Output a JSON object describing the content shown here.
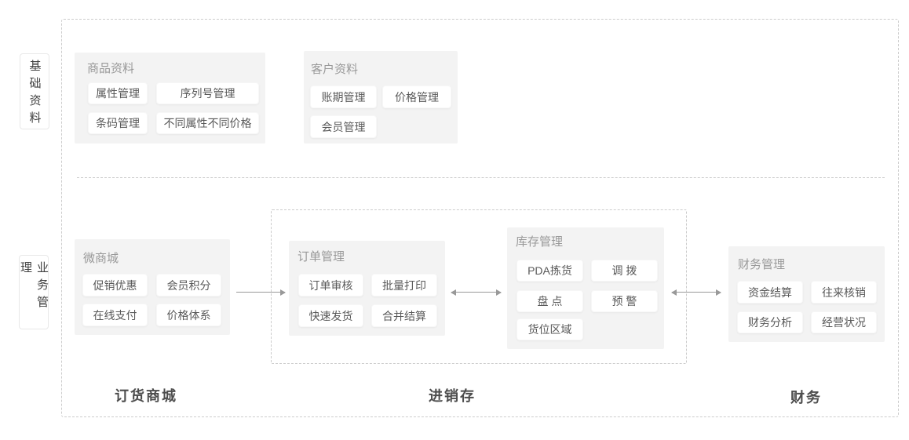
{
  "side_labels": {
    "basic": "基础资料",
    "business": "业务管理"
  },
  "panels": {
    "product": {
      "title": "商品资料",
      "buttons": [
        "属性管理",
        "序列号管理",
        "条码管理",
        "不同属性不同价格"
      ]
    },
    "customer": {
      "title": "客户资料",
      "buttons": [
        "账期管理",
        "价格管理",
        "会员管理"
      ]
    },
    "micro_mall": {
      "title": "微商城",
      "buttons": [
        "促销优惠",
        "会员积分",
        "在线支付",
        "价格体系"
      ]
    },
    "order": {
      "title": "订单管理",
      "buttons": [
        "订单审核",
        "批量打印",
        "快速发货",
        "合并结算"
      ]
    },
    "inventory": {
      "title": "库存管理",
      "buttons": [
        "PDA拣货",
        "调 拨",
        "盘 点",
        "预 警",
        "货位区域"
      ]
    },
    "finance": {
      "title": "财务管理",
      "buttons": [
        "资金结算",
        "往来核销",
        "财务分析",
        "经营状况"
      ]
    }
  },
  "bottom_labels": {
    "ordering_mall": "订货商城",
    "invoicing": "进销存",
    "finance": "财务"
  },
  "arrows": [
    {
      "from": "micro_mall",
      "to": "order",
      "type": "single"
    },
    {
      "from": "order",
      "to": "inventory",
      "type": "double"
    },
    {
      "from": "inventory",
      "to": "finance",
      "type": "double"
    }
  ],
  "colors": {
    "panel_bg": "#f3f3f3",
    "chip_bg": "#ffffff",
    "chip_text": "#595959",
    "panel_title_text": "#999999",
    "dashed_border": "#cccccc",
    "arrow": "#999999",
    "bottom_label_text": "#4d4d4d",
    "side_label_text": "#404040",
    "side_label_border": "#e8e8e8"
  }
}
